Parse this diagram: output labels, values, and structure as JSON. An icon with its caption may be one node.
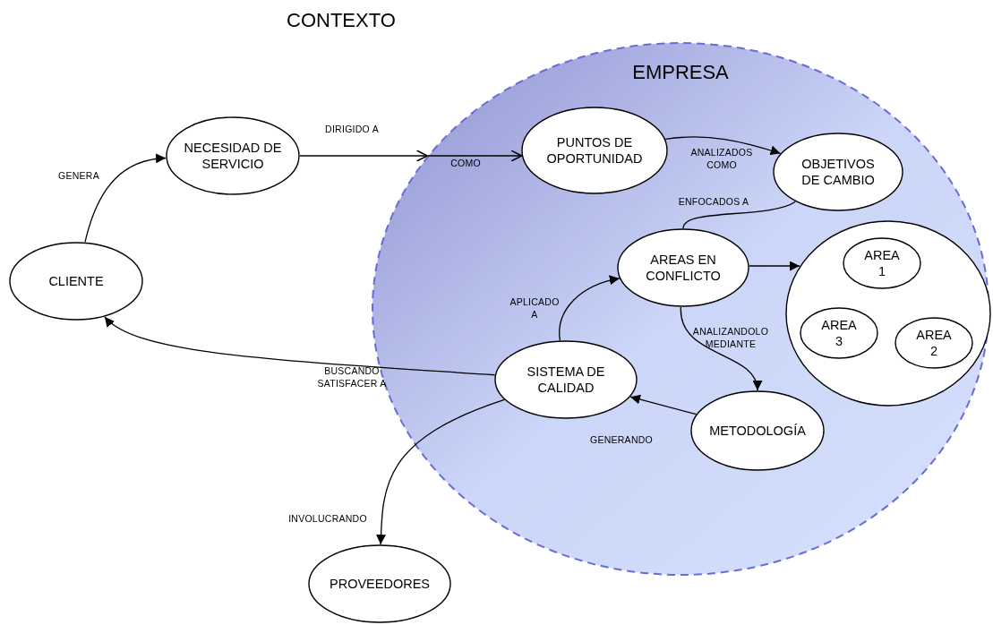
{
  "diagram": {
    "title": "CONTEXTO",
    "nodes": [
      {
        "text": [
          "EMPRESA"
        ]
      },
      {
        "text": [
          "CLIENTE"
        ]
      },
      {
        "text": [
          "NECESIDAD DE SERVICIO"
        ]
      },
      {
        "text": [
          "PUNTOS DE OPORTUNIDAD"
        ],
        "in": 0
      },
      {
        "text": [
          "OBJETIVOS DE CAMBIO"
        ],
        "in": 0
      },
      {
        "text": [
          "AREAS EN CONFLICTO"
        ],
        "in": 0
      },
      {
        "text": [],
        "shape": "circle",
        "in": 0
      },
      {
        "text": [
          "AREA 1"
        ],
        "in": 6
      },
      {
        "text": [
          "AREA 3"
        ],
        "in": 6
      },
      {
        "text": [
          "AREA 2"
        ],
        "in": 6
      },
      {
        "text": [
          "SISTEMA DE CALIDAD"
        ],
        "in": 0
      },
      {
        "text": [
          "METODOLOGÍA"
        ],
        "in": 0
      },
      {
        "text": [
          "PROVEEDORES"
        ]
      }
    ],
    "edges": [
      {
        "from": 1,
        "to": 2,
        "arrow": "to",
        "label": "GENERA"
      },
      {
        "from": 2,
        "to": 0,
        "arrow": "to",
        "label": "DIRIGIDO A"
      },
      {
        "from": 0,
        "to": 3,
        "arrow": "to",
        "label": "COMO"
      },
      {
        "from": 3,
        "to": 4,
        "arrow": "to",
        "label": "ANALIZADOS COMO"
      },
      {
        "from": 4,
        "to": 5,
        "arrow": "none",
        "label": "ENFOCADOS A"
      },
      {
        "from": 5,
        "to": 6,
        "arrow": "to"
      },
      {
        "from": 5,
        "to": 11,
        "arrow": "to",
        "label": "ANALIZANDOLO MEDIANTE"
      },
      {
        "from": 11,
        "to": 10,
        "arrow": "to",
        "label": "GENERANDO"
      },
      {
        "from": 10,
        "to": 5,
        "arrow": "to",
        "label": "APLICADO A"
      },
      {
        "from": 10,
        "to": 1,
        "arrow": "to",
        "label": "BUSCANDO SATISFACER A"
      },
      {
        "from": 10,
        "to": 12,
        "arrow": "to",
        "label": "INVOLUCRANDO"
      }
    ]
  }
}
